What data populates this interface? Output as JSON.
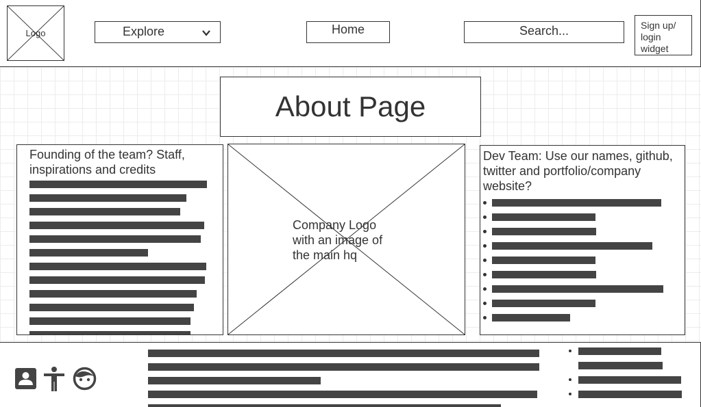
{
  "header": {
    "logo_label": "Logo",
    "explore_label": "Explore",
    "home_label": "Home",
    "search_placeholder": "Search...",
    "signup_lines": [
      "Sign up/",
      "login",
      "widget"
    ]
  },
  "main": {
    "title": "About Page",
    "left_panel": {
      "heading_lines": [
        "Founding of the team? Staff,",
        "inspirations and credits"
      ]
    },
    "center_panel": {
      "image_caption_lines": [
        "Company Logo",
        "with an image of",
        "the main hq"
      ]
    },
    "right_panel": {
      "heading_lines": [
        "Dev Team: Use our names, github,",
        "twitter and portfolio/company",
        "website?"
      ]
    }
  },
  "footer": {
    "icons": [
      "contact-card-icon",
      "accessibility-icon",
      "face-icon"
    ]
  },
  "colors": {
    "line": "#333333",
    "text_bar": "#444444",
    "grid": "#ececec"
  }
}
